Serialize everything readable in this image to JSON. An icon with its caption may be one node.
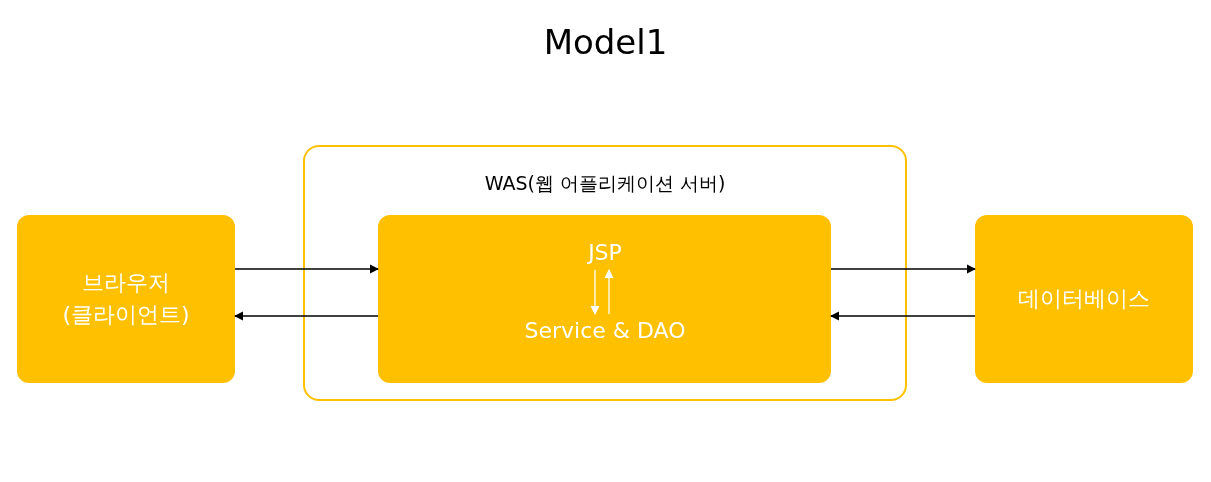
{
  "diagram": {
    "title": "Model1",
    "nodes": [
      {
        "text": [
          "브라우저 (클라이언트)"
        ]
      },
      {
        "text": [
          "WAS(웹 어플리케이션 서버)"
        ]
      },
      {
        "text": [],
        "shape": "box",
        "in": 1
      },
      {
        "text": [
          "JSP"
        ],
        "in": 2
      },
      {
        "text": [
          "Service & DAO"
        ],
        "in": 2
      },
      {
        "text": [
          "데이터베이스"
        ]
      }
    ],
    "edges": [
      {
        "from": 0,
        "to": 2,
        "arrow": "to"
      },
      {
        "from": 2,
        "to": 0,
        "arrow": "to"
      },
      {
        "from": 2,
        "to": 5,
        "arrow": "to"
      },
      {
        "from": 5,
        "to": 2,
        "arrow": "to"
      },
      {
        "from": 3,
        "to": 4,
        "arrow": "to",
        "color": "#ffffff"
      },
      {
        "from": 4,
        "to": 3,
        "arrow": "to",
        "color": "#ffffff"
      }
    ]
  }
}
